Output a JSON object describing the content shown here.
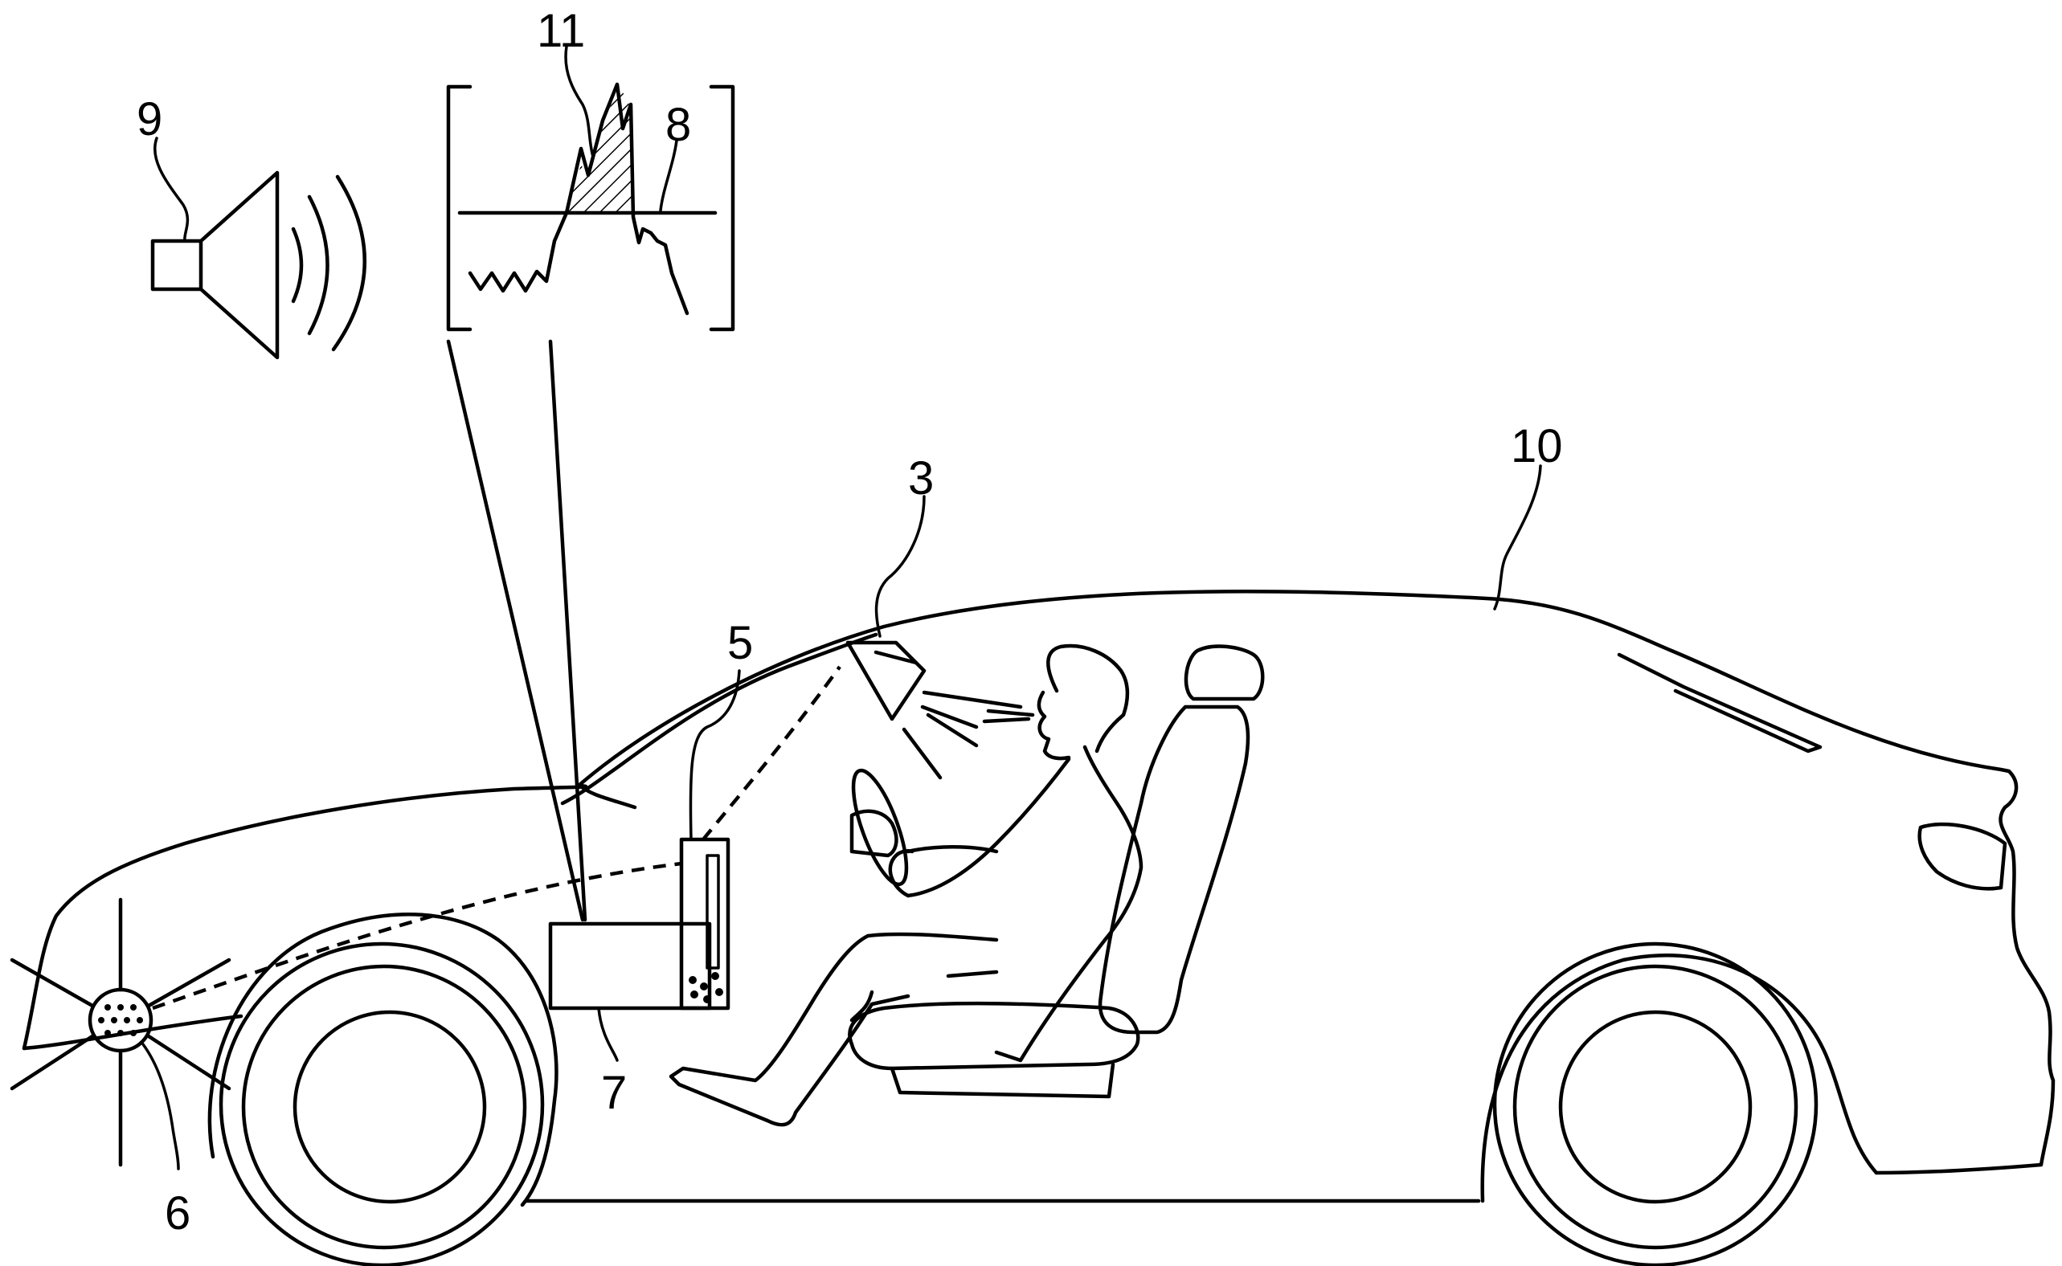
{
  "labels": {
    "ref_3": "3",
    "ref_5": "5",
    "ref_6": "6",
    "ref_7": "7",
    "ref_8": "8",
    "ref_9": "9",
    "ref_10": "10",
    "ref_11": "11"
  },
  "icons": [
    "speaker-icon",
    "sound-wave-icon"
  ],
  "colors": {
    "line": "#000000",
    "background": "#ffffff"
  }
}
